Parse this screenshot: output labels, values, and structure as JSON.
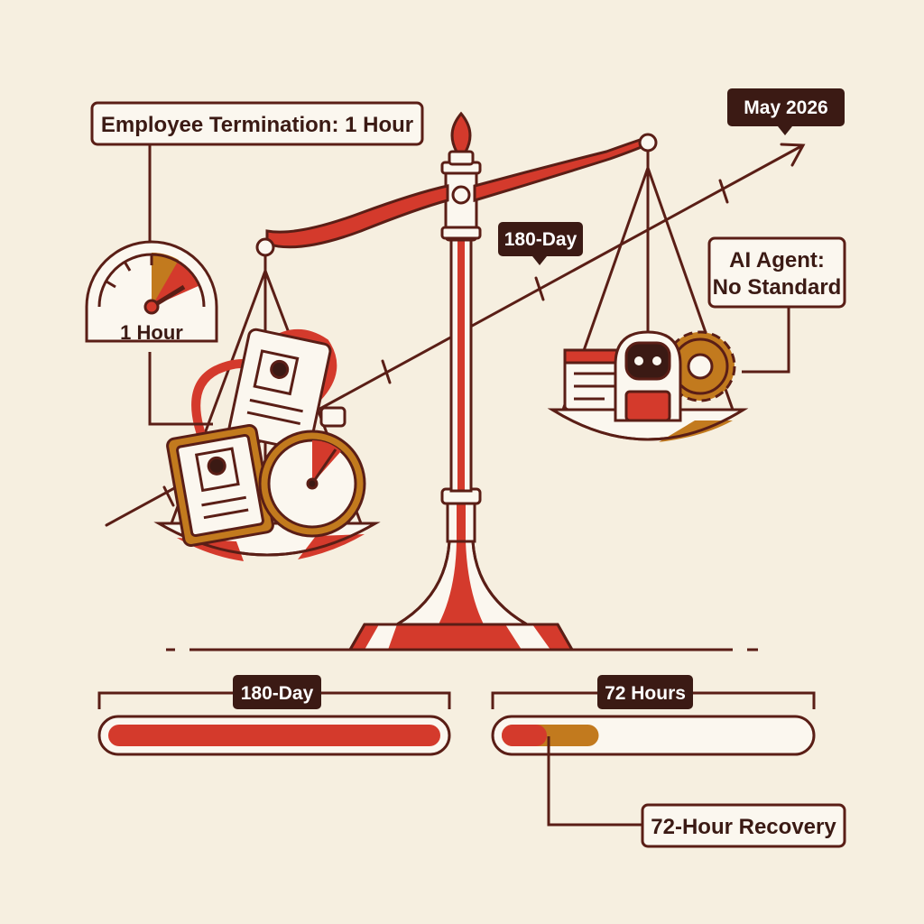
{
  "colors": {
    "background": "#f6efe0",
    "outline": "#5a1e16",
    "red": "#d43a2c",
    "amber": "#c27a1e",
    "dark_tag": "#3b1a14",
    "white": "#fbf7ef"
  },
  "callouts": {
    "termination": "Employee Termination: 1 Hour",
    "gauge_label": "1 Hour",
    "ai_agent_line1": "AI Agent:",
    "ai_agent_line2": "No Standard",
    "recovery": "72-Hour Recovery"
  },
  "tags": {
    "date": "May 2026",
    "timeline_mid": "180-Day"
  },
  "progress_bars": [
    {
      "label": "180-Day",
      "fill": 1.0,
      "color": "#d43a2c"
    },
    {
      "label": "72 Hours",
      "fill": 0.32,
      "color": "#c27a1e"
    }
  ],
  "icons": {
    "left_pan": [
      "id-badge-icon",
      "stopwatch-icon",
      "lanyard-icon"
    ],
    "right_pan": [
      "document-icon",
      "robot-icon",
      "gear-icon"
    ],
    "gauge": "gauge-icon",
    "scale": "balance-scale-icon"
  }
}
